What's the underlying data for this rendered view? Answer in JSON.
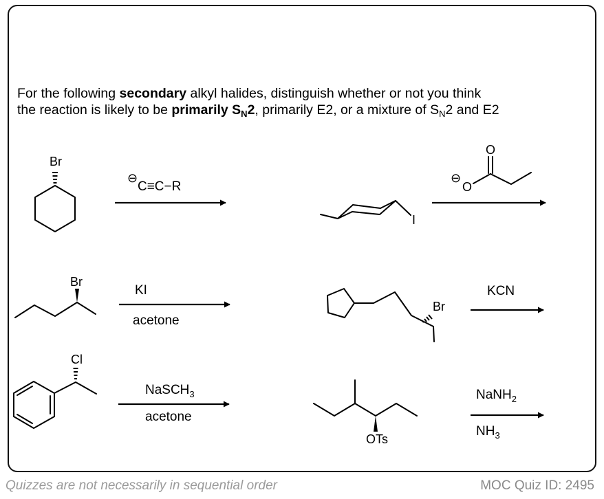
{
  "question": {
    "prefix": "For the following ",
    "bold1": "secondary",
    "middle": " alkyl halides, distinguish whether or not you think",
    "line2_prefix": "the reaction is likely to be ",
    "bold2": "primarily S",
    "bold2_sub": "N",
    "bold2_end": "2",
    "line2_rest": ", primarily E2, or a mixture of S",
    "sub_n": "N",
    "line2_end": "2 and E2"
  },
  "reactions": [
    {
      "substrate_halide": "Br",
      "reagent_charge": "⊖",
      "reagent_text": "C≡C−R",
      "condition": ""
    },
    {
      "substrate_halide": "I",
      "reagent_charge": "⊖",
      "reagent_o_minus": "O",
      "reagent_o_carbonyl": "O",
      "condition": ""
    },
    {
      "substrate_halide": "Br",
      "reagent_text": "KI",
      "condition": "acetone"
    },
    {
      "substrate_halide": "Br",
      "reagent_text": "KCN",
      "condition": ""
    },
    {
      "substrate_halide": "Cl",
      "reagent_main": "NaSCH",
      "reagent_sub": "3",
      "condition": "acetone"
    },
    {
      "substrate_group": "OTs",
      "reagent_main": "NaNH",
      "reagent_sub": "2",
      "condition_main": "NH",
      "condition_sub": "3"
    }
  ],
  "footer": {
    "left": "Quizzes are not necessarily in sequential order",
    "right": "MOC Quiz ID: 2495"
  }
}
